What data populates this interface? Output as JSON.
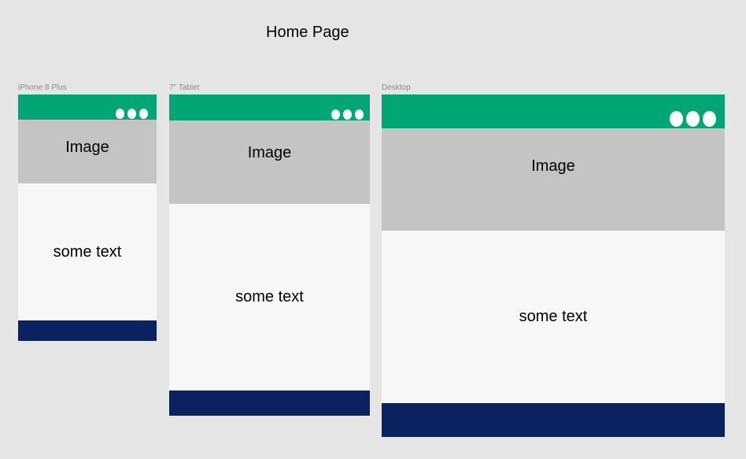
{
  "title": "Home Page",
  "colors": {
    "background": "#e5e5e5",
    "header": "#00a676",
    "image_placeholder": "#c4c4c4",
    "content": "#f6f7f6",
    "footer": "#0a2260"
  },
  "frames": [
    {
      "label": "iPhone 8 Plus",
      "image_text": "Image",
      "body_text": "some text",
      "menu_icon": "three-dots-icon"
    },
    {
      "label": "7\" Tablet",
      "image_text": "Image",
      "body_text": "some text",
      "menu_icon": "three-dots-icon"
    },
    {
      "label": "Desktop",
      "image_text": "Image",
      "body_text": "some text",
      "menu_icon": "three-dots-icon"
    }
  ]
}
